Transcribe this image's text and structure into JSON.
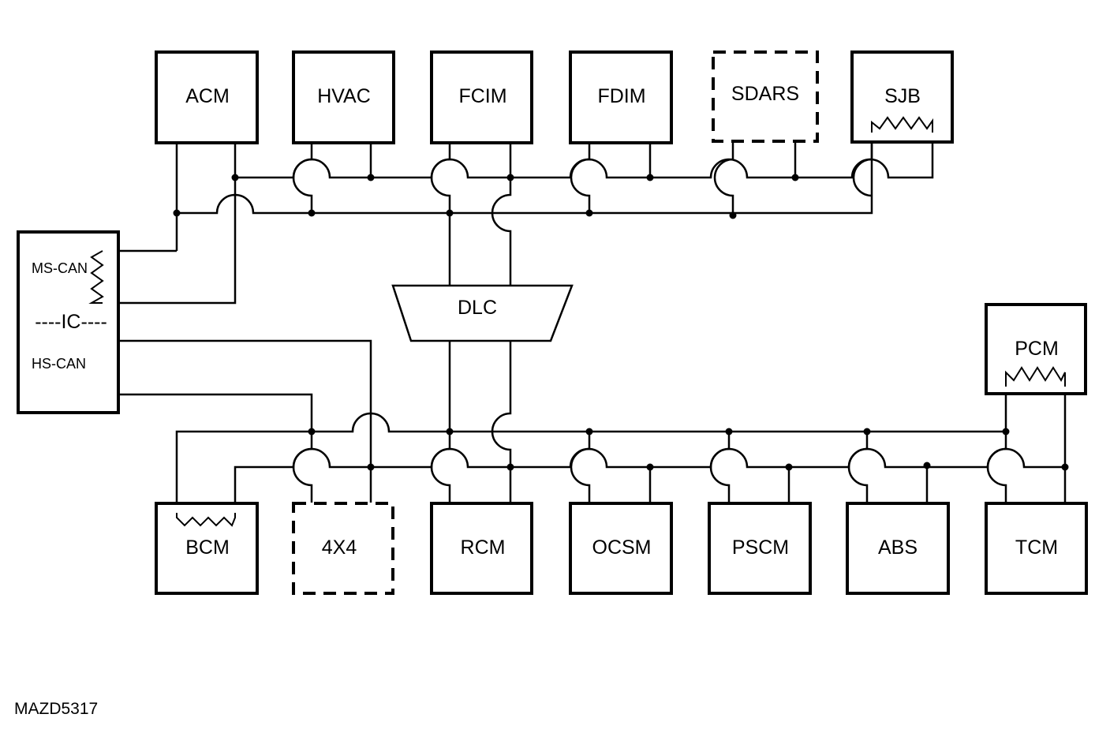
{
  "modules": {
    "acm": "ACM",
    "hvac": "HVAC",
    "fcim": "FCIM",
    "fdim": "FDIM",
    "sdars": "SDARS",
    "sjb": "SJB",
    "pcm": "PCM",
    "bcm": "BCM",
    "four_x_four": "4X4",
    "rcm": "RCM",
    "ocsm": "OCSM",
    "pscm": "PSCM",
    "abs": "ABS",
    "tcm": "TCM",
    "dlc": "DLC"
  },
  "ic": {
    "label": "----IC----",
    "ms_can": "MS-CAN",
    "hs_can": "HS-CAN"
  },
  "figure_id": "MAZD5317"
}
